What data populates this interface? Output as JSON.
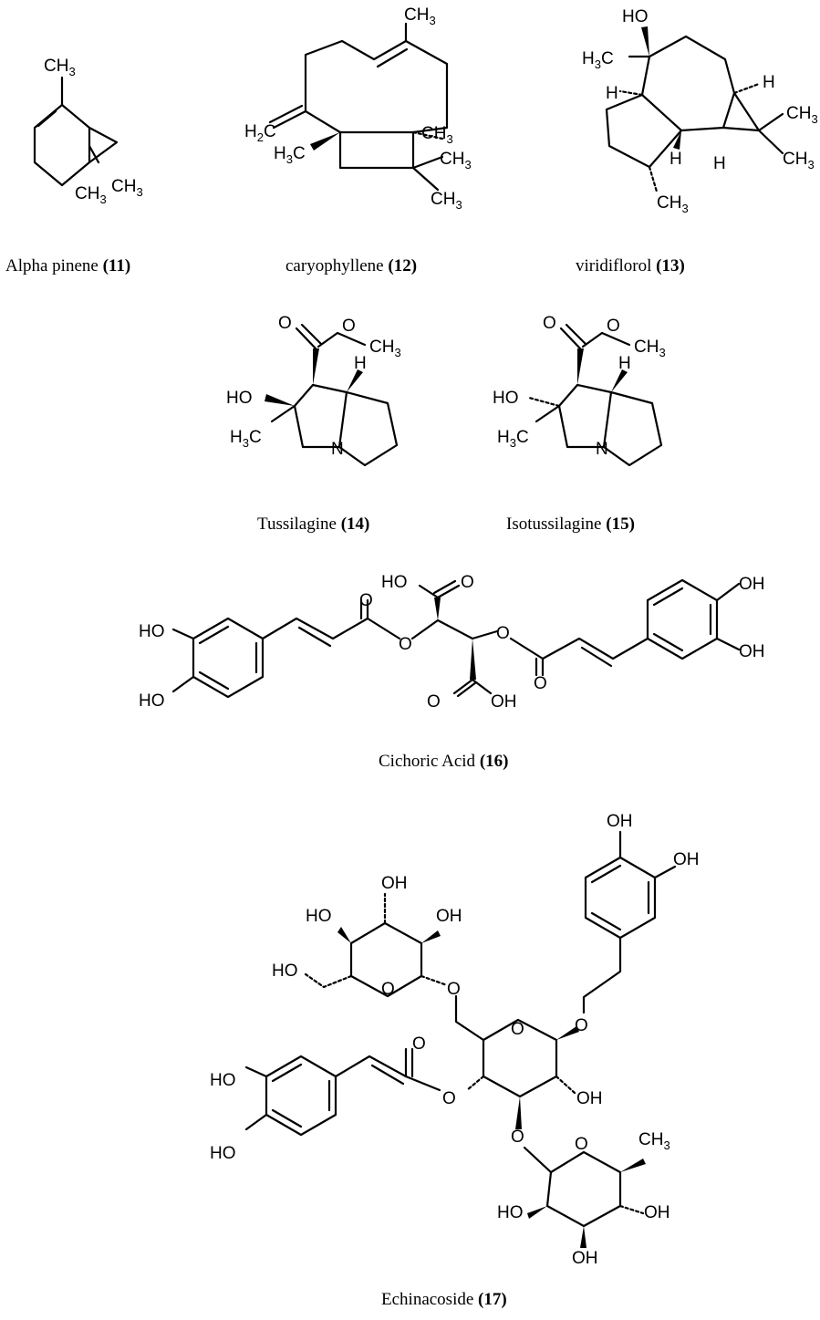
{
  "figure": {
    "compounds": [
      {
        "id": "alpha-pinene",
        "name": "Alpha pinene",
        "number": "(11)",
        "atoms": {
          "me_top": "CH3",
          "me_a": "CH3",
          "me_b": "CH3"
        }
      },
      {
        "id": "caryophyllene",
        "name": "caryophyllene",
        "number": "(12)",
        "atoms": {
          "me_top": "CH3",
          "ch2": "H2C",
          "me_left": "H3C",
          "me_right": "CH3",
          "me_gem1": "CH3",
          "me_gem2": "CH3"
        }
      },
      {
        "id": "viridiflorol",
        "name": "viridiflorol",
        "number": "(13)",
        "atoms": {
          "oh": "HO",
          "me_left": "H3C",
          "h1": "H",
          "h2": "H",
          "h3": "H",
          "h4": "H",
          "me1": "CH3",
          "me2": "CH3",
          "me3": "CH3"
        }
      },
      {
        "id": "tussilagine",
        "name": "Tussilagine",
        "number": "(14)",
        "atoms": {
          "o": "O",
          "o2": "O",
          "me_ester": "CH3",
          "h": "H",
          "oh": "HO",
          "me": "H3C",
          "n": "N"
        }
      },
      {
        "id": "isotussilagine",
        "name": "Isotussilagine",
        "number": "(15)",
        "atoms": {
          "o": "O",
          "o2": "O",
          "me_ester": "CH3",
          "h": "H",
          "oh": "HO",
          "me": "H3C",
          "n": "N"
        }
      },
      {
        "id": "cichoric-acid",
        "name": "Cichoric Acid",
        "number": "(16)",
        "atoms": {
          "ho1": "HO",
          "ho2": "HO",
          "oh1": "OH",
          "oh2": "OH",
          "o1": "O",
          "o2": "O",
          "o3": "O",
          "o4": "O",
          "ho_top": "HO",
          "o_top": "O",
          "o_bot": "O",
          "oh_bot": "OH"
        }
      },
      {
        "id": "echinacoside",
        "name": "Echinacoside",
        "number": "(17)",
        "atoms": {
          "oh_cat1": "OH",
          "oh_cat2": "OH",
          "oh_glc1": "OH",
          "ho_glc": "HO",
          "oh_glc2": "OH",
          "ho_ch2": "HO",
          "o_ring1": "O",
          "o_link1": "O",
          "o_ring2": "O",
          "o_link2": "O",
          "o_carb": "O",
          "ho_caf1": "HO",
          "ho_caf2": "HO",
          "o_ester": "O",
          "oh_mid": "OH",
          "o_link3": "O",
          "o_ring3": "O",
          "me_rha": "CH3",
          "ho_rha1": "HO",
          "oh_rha1": "OH",
          "oh_rha2": "OH"
        }
      }
    ]
  }
}
